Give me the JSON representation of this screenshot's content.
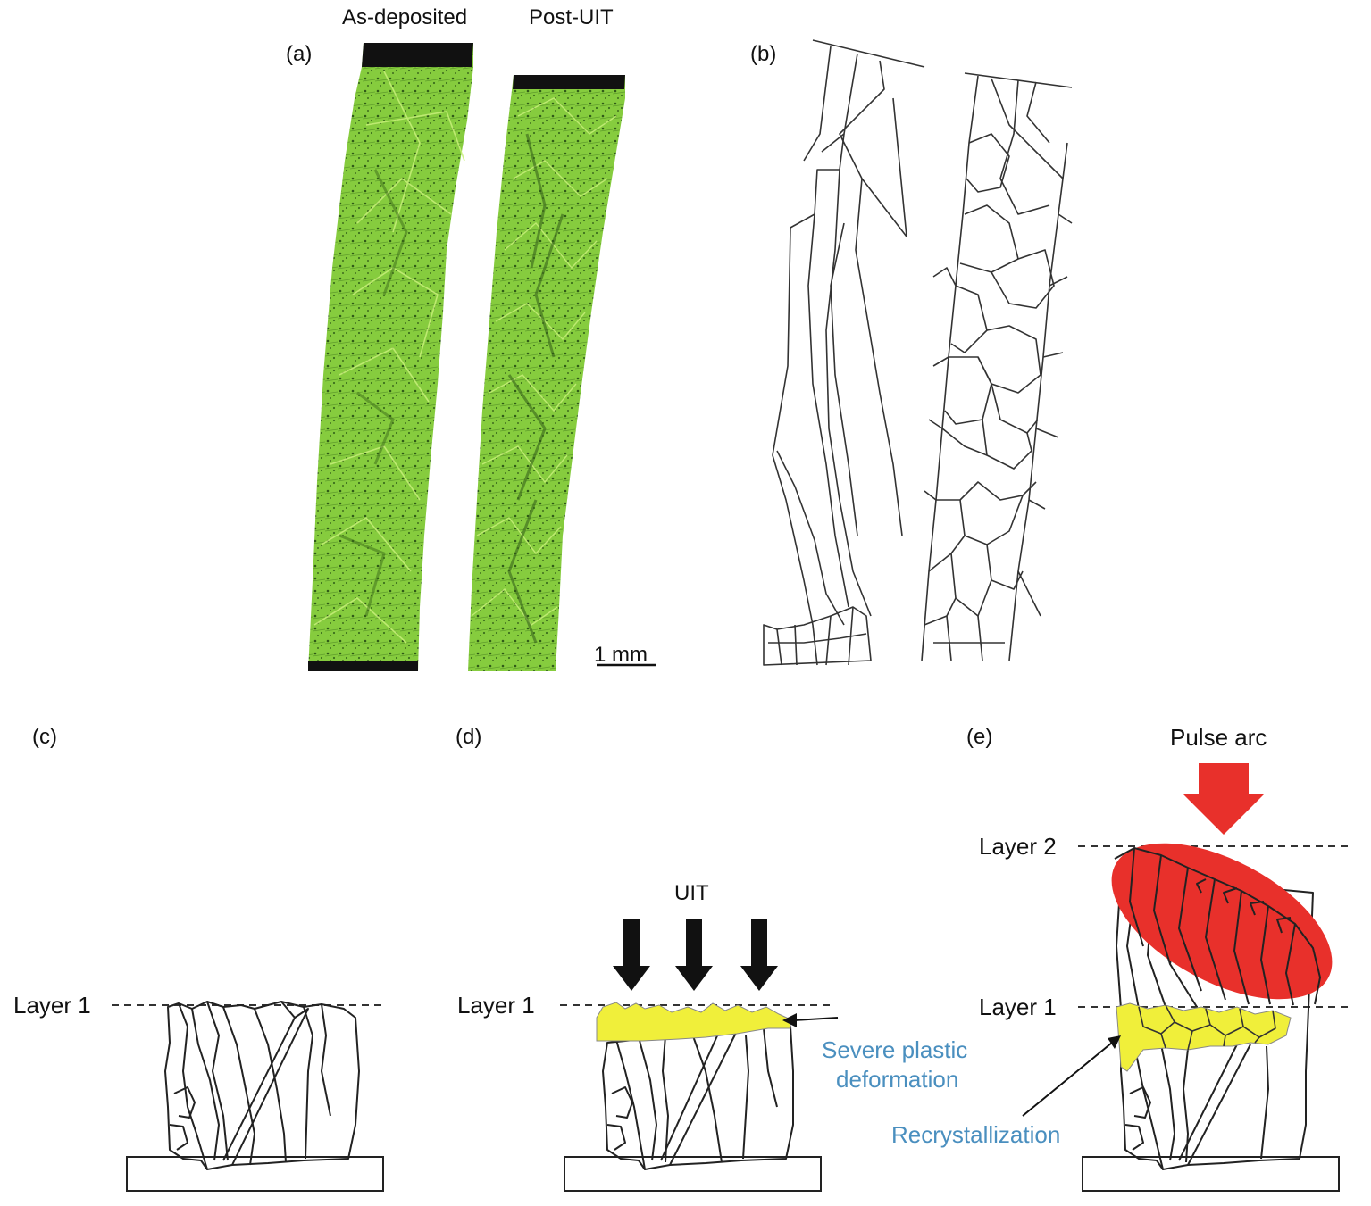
{
  "panels": {
    "a": {
      "tag": "(a)",
      "label_left": "As-deposited",
      "label_right": "Post-UIT",
      "scale_bar": "1 mm"
    },
    "b": {
      "tag": "(b)"
    },
    "c": {
      "tag": "(c)",
      "layer_label": "Layer 1"
    },
    "d": {
      "tag": "(d)",
      "layer_label": "Layer 1",
      "uit_label": "UIT",
      "spd_line1": "Severe plastic",
      "spd_line2": "deformation"
    },
    "e": {
      "tag": "(e)",
      "layer1_label": "Layer 1",
      "layer2_label": "Layer 2",
      "arc_label": "Pulse arc",
      "recryst_label": "Recrystallization"
    }
  },
  "colors": {
    "micrograph": "#7fc63a",
    "spd": "#f0ef3a",
    "arc": "#e8302b",
    "annotation": "#4a8fbf"
  }
}
